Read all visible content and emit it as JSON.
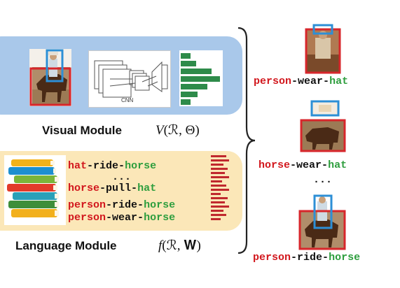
{
  "visual_module": {
    "label": "Visual Module",
    "formula_fn": "V",
    "formula_args": "(ℛ, Θ)",
    "cnn_label": "CNN"
  },
  "language_module": {
    "label": "Language Module",
    "formula_fn": "f",
    "formula_args": "(ℛ, 𝐖)",
    "lines": [
      {
        "subject": "hat",
        "predicate": "ride",
        "object": "horse"
      },
      {
        "ellipsis": "..."
      },
      {
        "subject": "horse",
        "predicate": "pull",
        "object": "hat"
      },
      {
        "subject": "person",
        "predicate": "ride",
        "object": "horse"
      },
      {
        "subject": "person",
        "predicate": "wear",
        "object": "horse"
      }
    ]
  },
  "outputs": [
    {
      "subject": "person",
      "predicate": "wear",
      "object": "hat"
    },
    {
      "subject": "horse",
      "predicate": "wear",
      "object": "hat"
    },
    {
      "ellipsis": "..."
    },
    {
      "subject": "person",
      "predicate": "ride",
      "object": "horse"
    }
  ],
  "separator": "-",
  "colors": {
    "subject": "#d2181e",
    "predicate": "#111111",
    "object": "#2e9e3e",
    "visual_panel": "#a9c8ea",
    "language_panel": "#fbe7b8",
    "box_red": "#d7262b",
    "box_blue": "#2d8fd6",
    "histogram_green": "#2e8b4a",
    "histogram_red": "#c0282e"
  },
  "icons": [
    "horse-rider-photo",
    "cnn-network-icon",
    "feature-histogram-icon",
    "books-stack-icon",
    "language-histogram-icon",
    "curly-brace-icon"
  ]
}
